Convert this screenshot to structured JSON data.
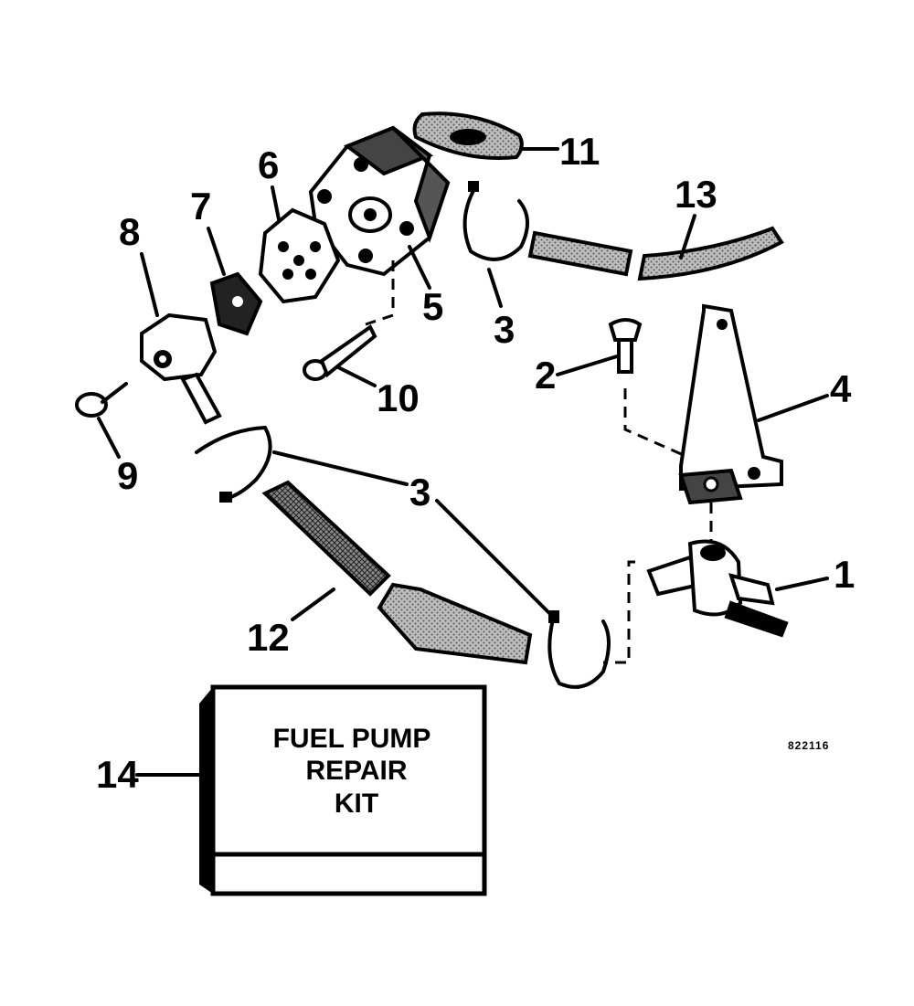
{
  "callouts": {
    "p1": "1",
    "p2": "2",
    "p3a": "3",
    "p3b": "3",
    "p4": "4",
    "p5": "5",
    "p6": "6",
    "p7": "7",
    "p8": "8",
    "p9": "9",
    "p10": "10",
    "p11": "11",
    "p12": "12",
    "p13": "13",
    "p14": "14"
  },
  "kit_box": {
    "line1": "FUEL PUMP",
    "line2": "REPAIR",
    "line3": "KIT"
  },
  "figure_code": "822116"
}
